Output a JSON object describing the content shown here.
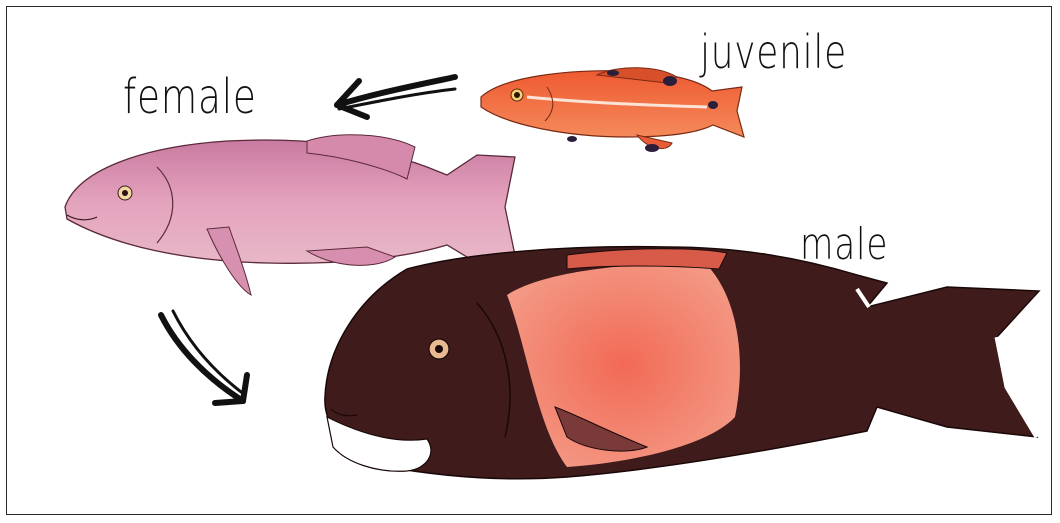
{
  "labels": {
    "juvenile": "juvenile",
    "female": "female",
    "male": "male"
  },
  "colors": {
    "juvenile_body": "#f26a3c",
    "female_body": "#df9ab6",
    "male_head": "#3f1b1b",
    "male_mid": "#f07866",
    "male_jaw": "#ffffff",
    "arrow": "#111111"
  }
}
